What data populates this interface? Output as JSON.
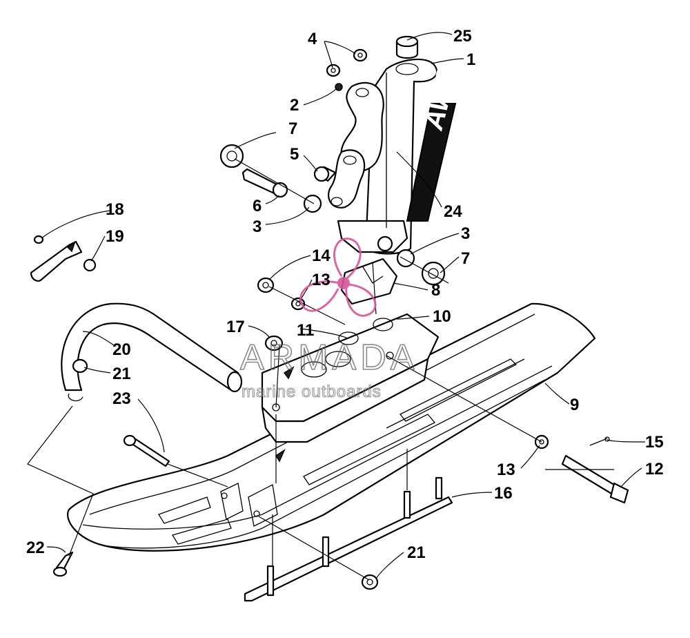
{
  "diagram": {
    "callouts": [
      {
        "id": "c25",
        "text": "25"
      },
      {
        "id": "c1",
        "text": "1"
      },
      {
        "id": "c4",
        "text": "4"
      },
      {
        "id": "c2",
        "text": "2"
      },
      {
        "id": "c7a",
        "text": "7"
      },
      {
        "id": "c5",
        "text": "5"
      },
      {
        "id": "c24",
        "text": "24"
      },
      {
        "id": "c6",
        "text": "6"
      },
      {
        "id": "c3a",
        "text": "3"
      },
      {
        "id": "c3b",
        "text": "3"
      },
      {
        "id": "c7b",
        "text": "7"
      },
      {
        "id": "c18",
        "text": "18"
      },
      {
        "id": "c19",
        "text": "19"
      },
      {
        "id": "c14",
        "text": "14"
      },
      {
        "id": "c13a",
        "text": "13"
      },
      {
        "id": "c8",
        "text": "8"
      },
      {
        "id": "c10",
        "text": "10"
      },
      {
        "id": "c17",
        "text": "17"
      },
      {
        "id": "c11",
        "text": "11"
      },
      {
        "id": "c20",
        "text": "20"
      },
      {
        "id": "c21a",
        "text": "21"
      },
      {
        "id": "c23",
        "text": "23"
      },
      {
        "id": "c9",
        "text": "9"
      },
      {
        "id": "c15",
        "text": "15"
      },
      {
        "id": "c13b",
        "text": "13"
      },
      {
        "id": "c12",
        "text": "12"
      },
      {
        "id": "c16",
        "text": "16"
      },
      {
        "id": "c22",
        "text": "22"
      },
      {
        "id": "c21b",
        "text": "21"
      }
    ],
    "decal_text": "AWS"
  },
  "watermark": {
    "brand": "ARMADA",
    "tagline": "marine outboards",
    "accent_color": "#d6559a"
  }
}
